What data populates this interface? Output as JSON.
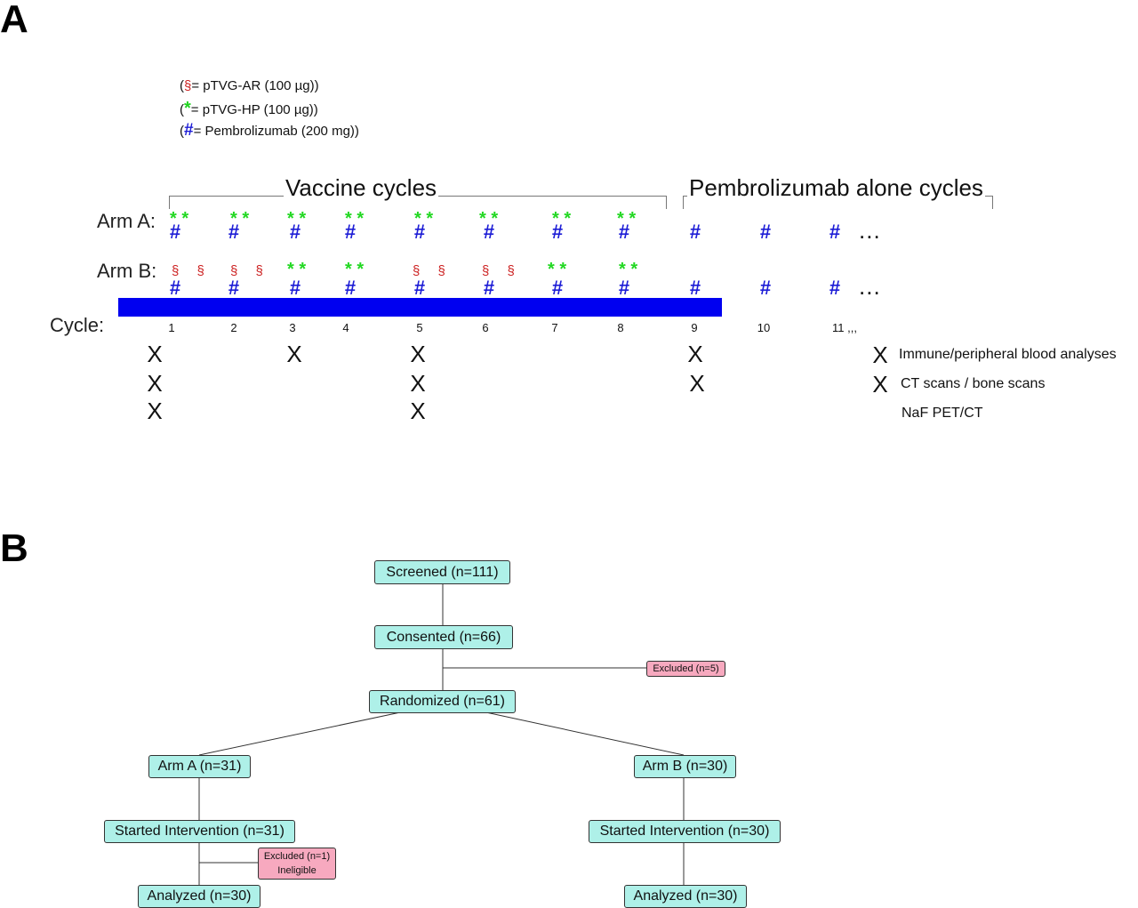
{
  "panel_a": {
    "letter": "A",
    "legend": [
      {
        "open": "(",
        "symbol": "§",
        "text": "= pTVG-AR (100 µg))"
      },
      {
        "open": "(",
        "symbol": "*",
        "text": "= pTVG-HP (100 µg))"
      },
      {
        "open": "(",
        "symbol": "#",
        "text": "= Pembrolizumab (200 mg))"
      }
    ],
    "vaccine_header": "Vaccine cycles",
    "pembro_header": "Pembrolizumab alone cycles",
    "arm_a_label": "Arm A:",
    "arm_b_label": "Arm B:",
    "cycle_label": "Cycle:",
    "cycles": [
      "1",
      "2",
      "3",
      "4",
      "5",
      "6",
      "7",
      "8",
      "9",
      "10",
      "11 ,,,"
    ],
    "arm_a_vaccine": [
      "* *",
      "* *",
      "* *",
      "* *",
      "* *",
      "* *",
      "* *",
      "* *"
    ],
    "arm_b_vaccine": [
      "§ §",
      "§ §",
      "* *",
      "* *",
      "§ §",
      "§ §",
      "* *",
      "* *"
    ],
    "pembro_symbol": "#",
    "continuation": "...",
    "assessments": [
      {
        "label": "Immune/peripheral blood analyses",
        "marker": "X"
      },
      {
        "label": "CT scans / bone scans",
        "marker": "X"
      },
      {
        "label": "NaF PET/CT",
        "marker": ""
      }
    ],
    "x_marker": "X"
  },
  "panel_b": {
    "letter": "B",
    "screened": "Screened (n=111)",
    "consented": "Consented (n=66)",
    "excluded_consent": "Excluded (n=5)",
    "randomized": "Randomized (n=61)",
    "arm_a": "Arm A (n=31)",
    "arm_b": "Arm B (n=30)",
    "started_a": "Started Intervention (n=31)",
    "started_b": "Started Intervention (n=30)",
    "excluded_a_line1": "Excluded (n=1)",
    "excluded_a_line2": "Ineligible",
    "analyzed_a": "Analyzed (n=30)",
    "analyzed_b": "Analyzed (n=30)"
  },
  "colors": {
    "pTVG_AR": "#cc1f1f",
    "pTVG_HP": "#22d822",
    "pembrolizumab": "#1d1dd6",
    "timeline_bar": "#0000f0",
    "flow_box": "#aef0e8",
    "excluded_box": "#f7a9bf"
  }
}
